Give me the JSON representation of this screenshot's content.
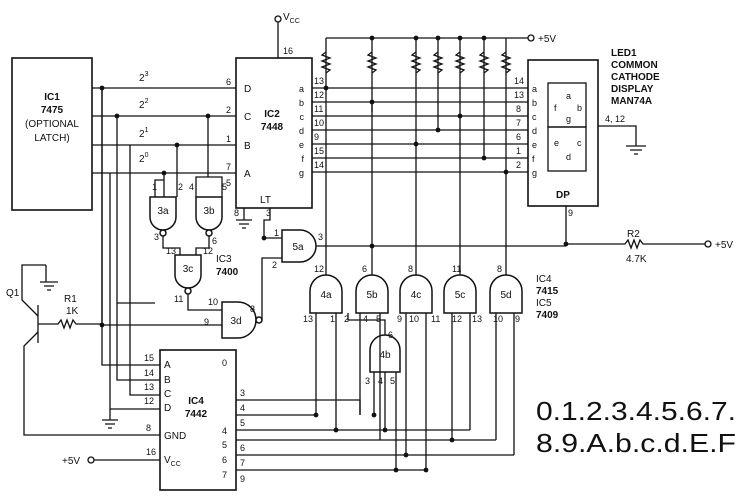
{
  "ic1": {
    "name": "IC1",
    "part": "7475",
    "note1": "(OPTIONAL",
    "note2": "LATCH)"
  },
  "ic2": {
    "name": "IC2",
    "part": "7448",
    "inputs": [
      "D",
      "C",
      "B",
      "A"
    ],
    "input_pins": [
      "6",
      "2",
      "1",
      "7"
    ],
    "extra_pin": "5",
    "outputs": [
      "a",
      "b",
      "c",
      "d",
      "e",
      "f",
      "g"
    ],
    "left_pins": [
      "13",
      "12",
      "11",
      "10",
      "9",
      "15",
      "14"
    ],
    "vcc_pin": "16",
    "gnd_pin": "8",
    "lt_label": "LT",
    "lt_pin": "3"
  },
  "bits": [
    "2",
    "3",
    "2",
    "2",
    "2",
    "1",
    "2",
    "0"
  ],
  "vcc_top": {
    "v": "V",
    "sub": "CC"
  },
  "supply": "+5V",
  "led": {
    "l1": "LED1",
    "l2": "COMMON",
    "l3": "CATHODE",
    "l4": "DISPLAY",
    "l5": "MAN74A",
    "segments_left": [
      "a",
      "b",
      "c",
      "d",
      "e",
      "f",
      "g"
    ],
    "pins_left": [
      "14",
      "13",
      "8",
      "7",
      "6",
      "1",
      "2"
    ],
    "seg_a": "a",
    "seg_b": "b",
    "seg_c": "c",
    "seg_d": "d",
    "seg_e": "e",
    "seg_f": "f",
    "seg_g": "g",
    "cathode_pins": "4, 12",
    "dp_label": "DP",
    "dp_pin": "9"
  },
  "r2": {
    "name": "R2",
    "value": "4.7K"
  },
  "r1": {
    "name": "R1",
    "value": "1K"
  },
  "q1": "Q1",
  "ic3": {
    "name": "IC3",
    "part": "7400",
    "g3a": "3a",
    "g3b": "3b",
    "g3c": "3c",
    "g3d": "3d",
    "p3a_in1": "1",
    "p3a_in2": "2",
    "p3b_in1": "4",
    "p3b_in2": "5",
    "p3a_out": "3",
    "p3b_out": "6",
    "p3c_in1": "13",
    "p3c_in2": "12",
    "p3c_out": "11",
    "p3d_in1": "10",
    "p3d_in2": "9",
    "p3d_out": "8"
  },
  "g5a": {
    "name": "5a",
    "in1": "1",
    "in2": "2",
    "out": "3"
  },
  "gates_and": [
    {
      "name": "4a",
      "out": "12",
      "in1": "13",
      "in2": "1"
    },
    {
      "name": "5b",
      "out": "6",
      "in1": "4",
      "in2": "5"
    },
    {
      "name": "4c",
      "out": "8",
      "in1": "9",
      "in2": "10"
    },
    {
      "name": "5c",
      "out": "11",
      "in1": "12",
      "in2": "13"
    },
    {
      "name": "5d",
      "out": "8",
      "in1": "10",
      "in2": "9"
    }
  ],
  "g4b": {
    "name": "4b",
    "out": "6",
    "in1": "3",
    "in2": "4",
    "in3": "5"
  },
  "pin_2": "2",
  "pin_11": "11",
  "ic4_5": {
    "l1": "IC4",
    "l2": "7415",
    "l3": "IC5",
    "l4": "7409"
  },
  "ic4": {
    "name": "IC4",
    "part": "7442",
    "inputs": [
      "A",
      "B",
      "C",
      "D"
    ],
    "input_pins": [
      "15",
      "14",
      "13",
      "12"
    ],
    "gnd": "GND",
    "gnd_pin": "8",
    "vcc": "V",
    "vcc_sub": "CC",
    "vcc_pin": "16",
    "out0": "0",
    "outputs": [
      "3",
      "4",
      "5",
      "6",
      "7",
      "9"
    ],
    "output_nums": [
      "4",
      "5",
      "6",
      "7"
    ]
  },
  "hex_row1": "0.1.2.3.4.5.6.7.",
  "hex_row2": "8.9.A.b.c.d.E.F"
}
